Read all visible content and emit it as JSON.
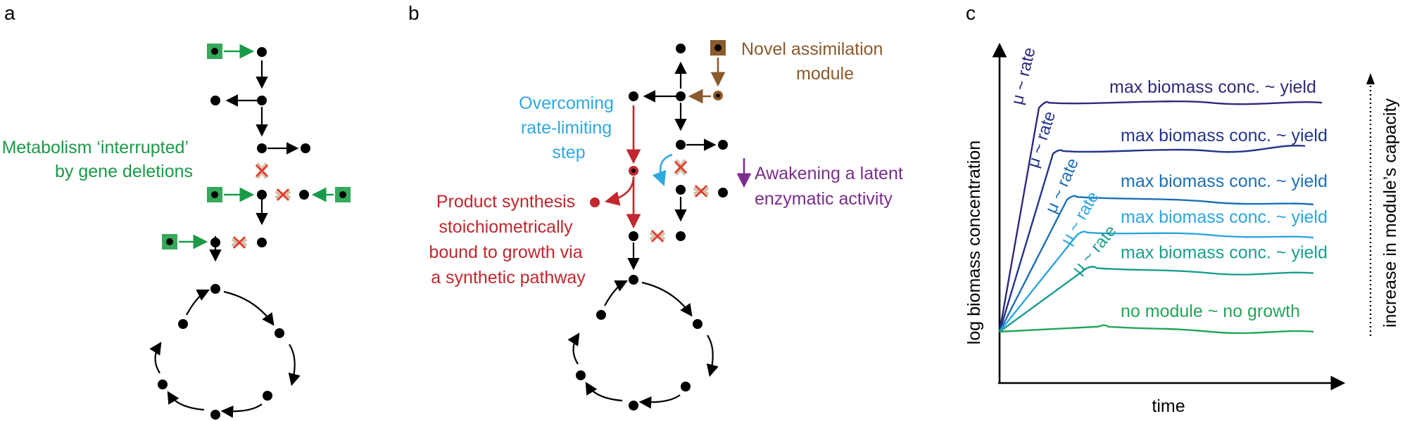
{
  "panels": {
    "a": {
      "letter": "a",
      "label_lines": [
        "Metabolism ‘interrupted’",
        "by gene deletions"
      ]
    },
    "b": {
      "letter": "b",
      "assimilation_lines": [
        "Novel assimilation",
        "module"
      ],
      "overcoming_lines": [
        "Overcoming",
        "rate-limiting",
        "step"
      ],
      "awakening_lines": [
        "Awakening a latent",
        "enzymatic activity"
      ],
      "product_lines": [
        "Product synthesis",
        "stoichiometrically",
        "bound to growth via",
        "a synthetic pathway"
      ]
    },
    "c": {
      "letter": "c",
      "xlabel": "time",
      "ylabel": "log biomass concentration",
      "side_label": "increase in module’s capacity"
    }
  },
  "colors": {
    "black": "#000000",
    "green": "#1a9a48",
    "green_box": "#36a85a",
    "red_x": "#e8372a",
    "cross_bg": "#d2c1ab",
    "brown": "#8b5a2b",
    "cyan": "#2ea9e0",
    "red": "#c1272d",
    "purple": "#7b2d8e",
    "series_colors": [
      "#2e2a7c",
      "#23348a",
      "#1b6fb7",
      "#2aa6df",
      "#1a9e8f",
      "#24a55a"
    ]
  },
  "chart_data": {
    "type": "line",
    "xlabel": "time",
    "ylabel": "log biomass concentration",
    "series": [
      {
        "line_label": "max biomass conc. ~ yield",
        "slope_label": "μ ~ rate",
        "values": [
          0,
          0.88,
          0.9,
          0.9,
          0.9
        ]
      },
      {
        "line_label": "max biomass conc. ~ yield",
        "slope_label": "μ ~ rate",
        "values": [
          0,
          0.7,
          0.71,
          0.71,
          0.73
        ]
      },
      {
        "line_label": "max biomass conc. ~ yield",
        "slope_label": "μ ~ rate",
        "values": [
          0,
          0.52,
          0.53,
          0.51,
          0.5
        ]
      },
      {
        "line_label": "max biomass conc. ~ yield",
        "slope_label": "μ ~ rate",
        "values": [
          0,
          0.38,
          0.39,
          0.38,
          0.37
        ]
      },
      {
        "line_label": "max biomass conc. ~ yield",
        "slope_label": "μ ~ rate",
        "values": [
          0,
          0.25,
          0.25,
          0.23,
          0.23
        ]
      },
      {
        "line_label": "no module ~ no growth",
        "slope_label": "",
        "values": [
          0,
          0.02,
          0.02,
          0.0,
          0.0
        ]
      }
    ]
  }
}
